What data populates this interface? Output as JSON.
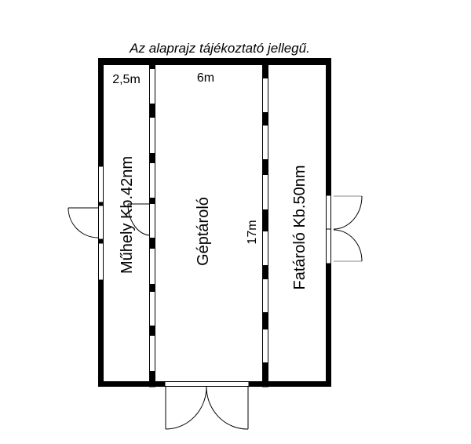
{
  "note": "Az alaprajz tájékoztató jellegű.",
  "dimensions": {
    "left_width": "2,5m",
    "middle_width": "6m",
    "length": "17m"
  },
  "rooms": [
    {
      "name": "Műhely Kb.42nm"
    },
    {
      "name": "Géptároló"
    },
    {
      "name": "Fatároló Kb.50nm"
    }
  ],
  "colors": {
    "wall": "#000000",
    "background": "#ffffff"
  }
}
